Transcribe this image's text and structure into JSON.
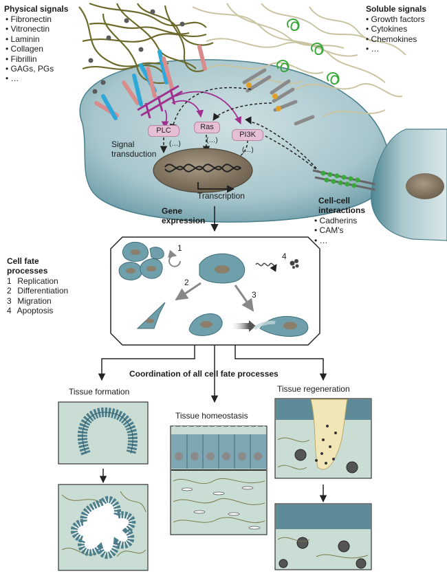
{
  "physical_signals": {
    "title": "Physical signals",
    "items": [
      "Fibronectin",
      "Vitronectin",
      "Laminin",
      "Collagen",
      "Fibrillin",
      "GAGs, PGs",
      "…"
    ]
  },
  "soluble_signals": {
    "title": "Soluble signals",
    "items": [
      "Growth factors",
      "Cytokines",
      "Chemokines",
      "…"
    ]
  },
  "cell": {
    "signal_transduction": [
      "Signal",
      "transduction"
    ],
    "molecules": [
      "PLC",
      "Ras",
      "PI3K"
    ],
    "ellipsis": "(…)",
    "transcription": "Transcription"
  },
  "cell_cell": {
    "title": [
      "Cell-cell",
      "interactions"
    ],
    "items": [
      "Cadherins",
      "CAM's",
      "…"
    ]
  },
  "gene_expression": [
    "Gene",
    "expression"
  ],
  "cell_fate": {
    "title": [
      "Cell fate",
      "processes"
    ],
    "items": [
      {
        "num": "1",
        "label": "Replication"
      },
      {
        "num": "2",
        "label": "Differentiation"
      },
      {
        "num": "3",
        "label": "Migration"
      },
      {
        "num": "4",
        "label": "Apoptosis"
      }
    ],
    "step_numbers": [
      "1",
      "2",
      "3",
      "4"
    ]
  },
  "coordination": "Coordination of all cell fate processes",
  "tissues": {
    "formation": "Tissue formation",
    "homeostasis": "Tissue homeostasis",
    "regeneration": "Tissue regeneration"
  },
  "colors": {
    "cell_fill": "#6f9faa",
    "cell_light": "#cfe0e3",
    "nucleus": "#8b7e6b",
    "fiber_olive": "#6b6a2a",
    "fiber_tan": "#c9c4a2",
    "magenta": "#a0308e",
    "integrin_blue": "#2ea8d8",
    "integrin_pink": "#d98c8c",
    "green_gf": "#3aa83a",
    "panel_bg": "#c9ddd5"
  }
}
